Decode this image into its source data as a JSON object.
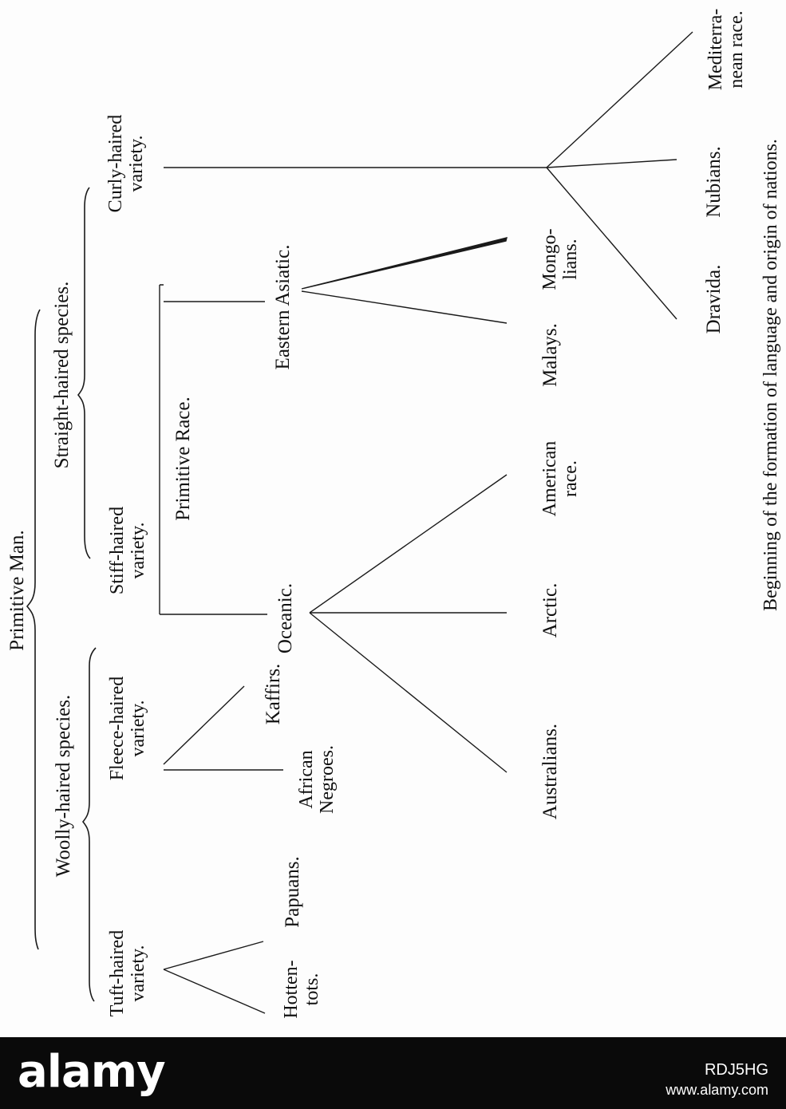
{
  "diagram": {
    "root": "Primitive Man.",
    "species": {
      "woolly": "Woolly-haired species.",
      "straight": "Straight-haired species."
    },
    "varieties": {
      "tuft": [
        "Tuft-haired",
        "variety."
      ],
      "fleece": [
        "Fleece-haired",
        "variety."
      ],
      "stiff": [
        "Stiff-haired",
        "variety."
      ],
      "curly": [
        "Curly-haired",
        "variety."
      ]
    },
    "primitive_race": "Primitive Race.",
    "oceanic": "Oceanic.",
    "eastern_asiatic": "Eastern Asiatic.",
    "kaffirs": "Kaffirs.",
    "leaves": {
      "hottentots": [
        "Hotten-",
        "tots."
      ],
      "papuans": "Papuans.",
      "african_negroes": [
        "African",
        "Negroes."
      ],
      "australians": "Australians.",
      "arctic": "Arctic.",
      "american": [
        "American",
        "race."
      ],
      "malays": "Malays.",
      "mongolians": [
        "Mongo-",
        "lians."
      ],
      "dravida": "Dravida.",
      "nubians": "Nubians.",
      "mediterranean": [
        "Mediterra-",
        "nean race."
      ]
    },
    "caption": "Beginning of the formation of language and origin of nations."
  },
  "watermark": {
    "brand": "alamy",
    "image_code": "RDJ5HG",
    "url": "www.alamy.com"
  }
}
